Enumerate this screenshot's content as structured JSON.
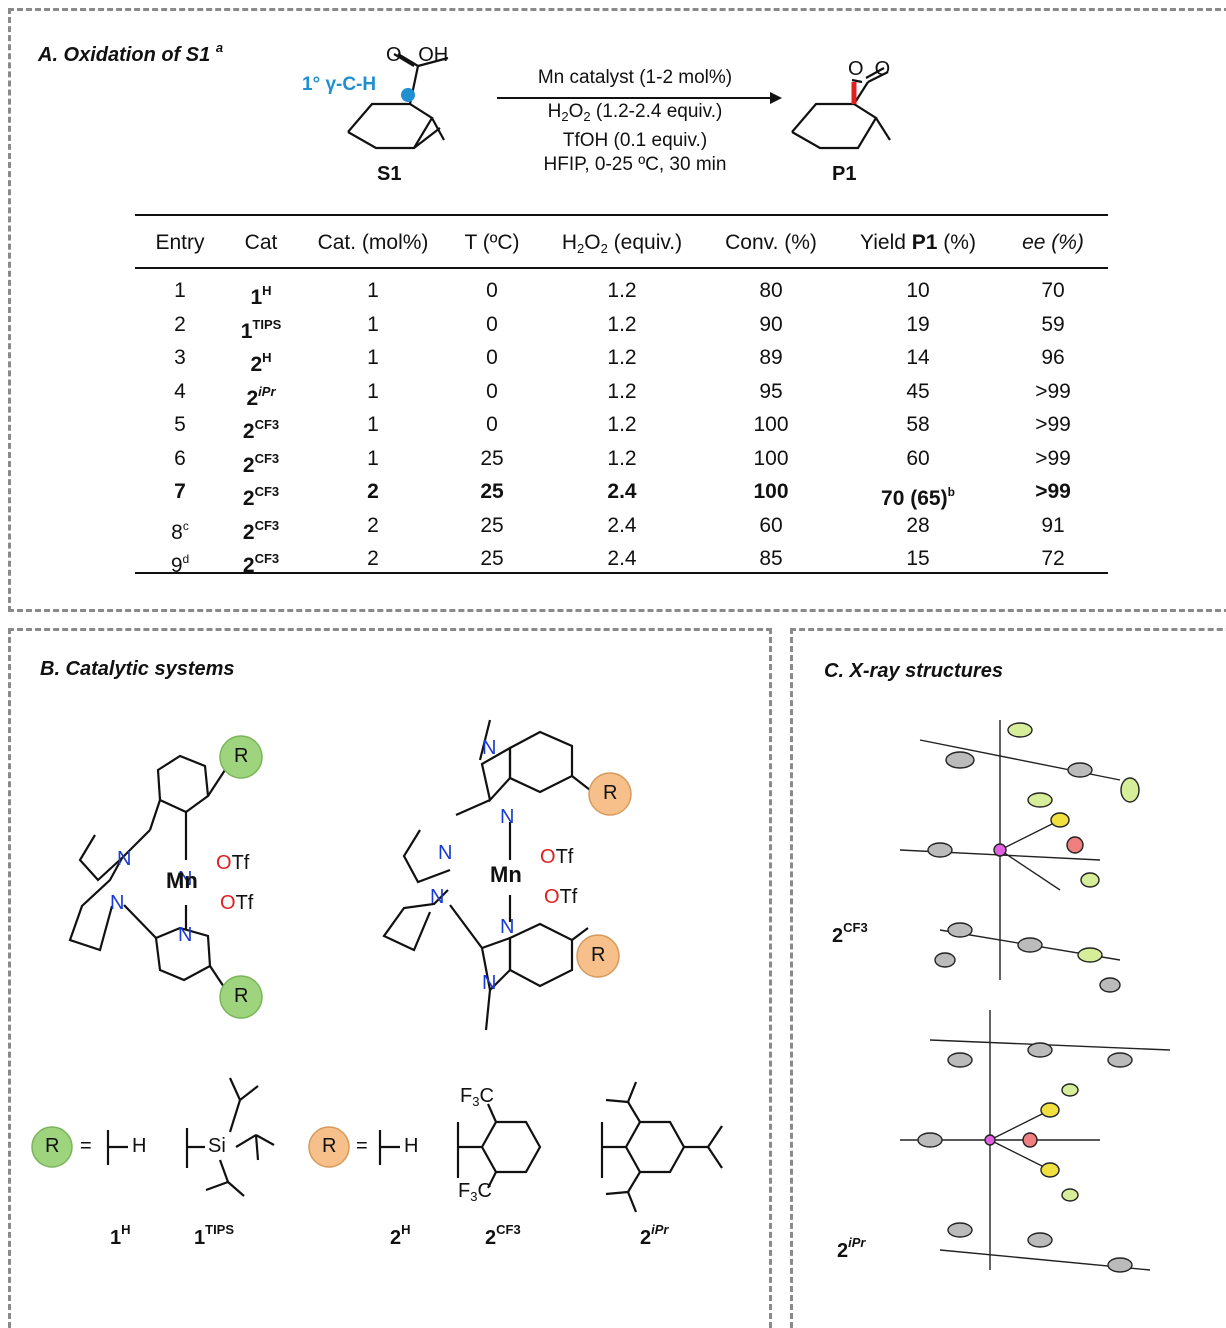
{
  "panelA": {
    "title": "A. Oxidation of S1",
    "title_sup": "a",
    "substrate_label": "S1",
    "product_label": "P1",
    "ch_label": "1° γ-C-H",
    "oh_label": "O   OH",
    "conditions": {
      "line1": "Mn catalyst (1-2 mol%)",
      "line2": "H2O2 (1.2-2.4 equiv.)",
      "line3": "TfOH (0.1 equiv.)",
      "line4": "HFIP, 0-25 ºC, 30 min"
    },
    "table": {
      "headers": [
        "Entry",
        "Cat",
        "Cat. (mol%)",
        "T (ºC)",
        "H2O2 (equiv.)",
        "Conv. (%)",
        "Yield P1 (%)",
        "ee (%)"
      ],
      "rows": [
        {
          "entry": "1",
          "sup": "",
          "cat": "1",
          "cat_sup": "H",
          "mol": "1",
          "t": "0",
          "h2o2": "1.2",
          "conv": "80",
          "yield": "10",
          "yield_sup": "",
          "ee": "70"
        },
        {
          "entry": "2",
          "sup": "",
          "cat": "1",
          "cat_sup": "TIPS",
          "mol": "1",
          "t": "0",
          "h2o2": "1.2",
          "conv": "90",
          "yield": "19",
          "yield_sup": "",
          "ee": "59"
        },
        {
          "entry": "3",
          "sup": "",
          "cat": "2",
          "cat_sup": "H",
          "mol": "1",
          "t": "0",
          "h2o2": "1.2",
          "conv": "89",
          "yield": "14",
          "yield_sup": "",
          "ee": "96"
        },
        {
          "entry": "4",
          "sup": "",
          "cat": "2",
          "cat_sup": "iPr",
          "mol": "1",
          "t": "0",
          "h2o2": "1.2",
          "conv": "95",
          "yield": "45",
          "yield_sup": "",
          "ee": ">99"
        },
        {
          "entry": "5",
          "sup": "",
          "cat": "2",
          "cat_sup": "CF3",
          "mol": "1",
          "t": "0",
          "h2o2": "1.2",
          "conv": "100",
          "yield": "58",
          "yield_sup": "",
          "ee": ">99"
        },
        {
          "entry": "6",
          "sup": "",
          "cat": "2",
          "cat_sup": "CF3",
          "mol": "1",
          "t": "25",
          "h2o2": "1.2",
          "conv": "100",
          "yield": "60",
          "yield_sup": "",
          "ee": ">99"
        },
        {
          "entry": "7",
          "sup": "",
          "cat": "2",
          "cat_sup": "CF3",
          "mol": "2",
          "t": "25",
          "h2o2": "2.4",
          "conv": "100",
          "yield": "70 (65)",
          "yield_sup": "b",
          "ee": ">99"
        },
        {
          "entry": "8",
          "sup": "c",
          "cat": "2",
          "cat_sup": "CF3",
          "mol": "2",
          "t": "25",
          "h2o2": "2.4",
          "conv": "60",
          "yield": "28",
          "yield_sup": "",
          "ee": "91"
        },
        {
          "entry": "9",
          "sup": "d",
          "cat": "2",
          "cat_sup": "CF3",
          "mol": "2",
          "t": "25",
          "h2o2": "2.4",
          "conv": "85",
          "yield": "15",
          "yield_sup": "",
          "ee": "72"
        }
      ]
    }
  },
  "panelB": {
    "title": "B. Catalytic systems",
    "mn": "Mn",
    "otf": "OTf",
    "n": "N",
    "r": "R",
    "eq": "=",
    "h": "H",
    "si": "Si",
    "f3c": "F3C",
    "labels": [
      {
        "base": "1",
        "sup": "H"
      },
      {
        "base": "1",
        "sup": "TIPS"
      },
      {
        "base": "2",
        "sup": "H"
      },
      {
        "base": "2",
        "sup": "CF3"
      },
      {
        "base": "2",
        "sup": "iPr"
      }
    ],
    "colors": {
      "green": "#9fd47e",
      "orange": "#f7c08a",
      "nitrogen": "#1a3bd1",
      "oxygen": "#e02020",
      "ch_blue": "#1f8fd0"
    }
  },
  "panelC": {
    "title": "C. X-ray structures",
    "label1": {
      "base": "2",
      "sup": "CF3"
    },
    "label2": {
      "base": "2",
      "sup": "iPr"
    }
  }
}
